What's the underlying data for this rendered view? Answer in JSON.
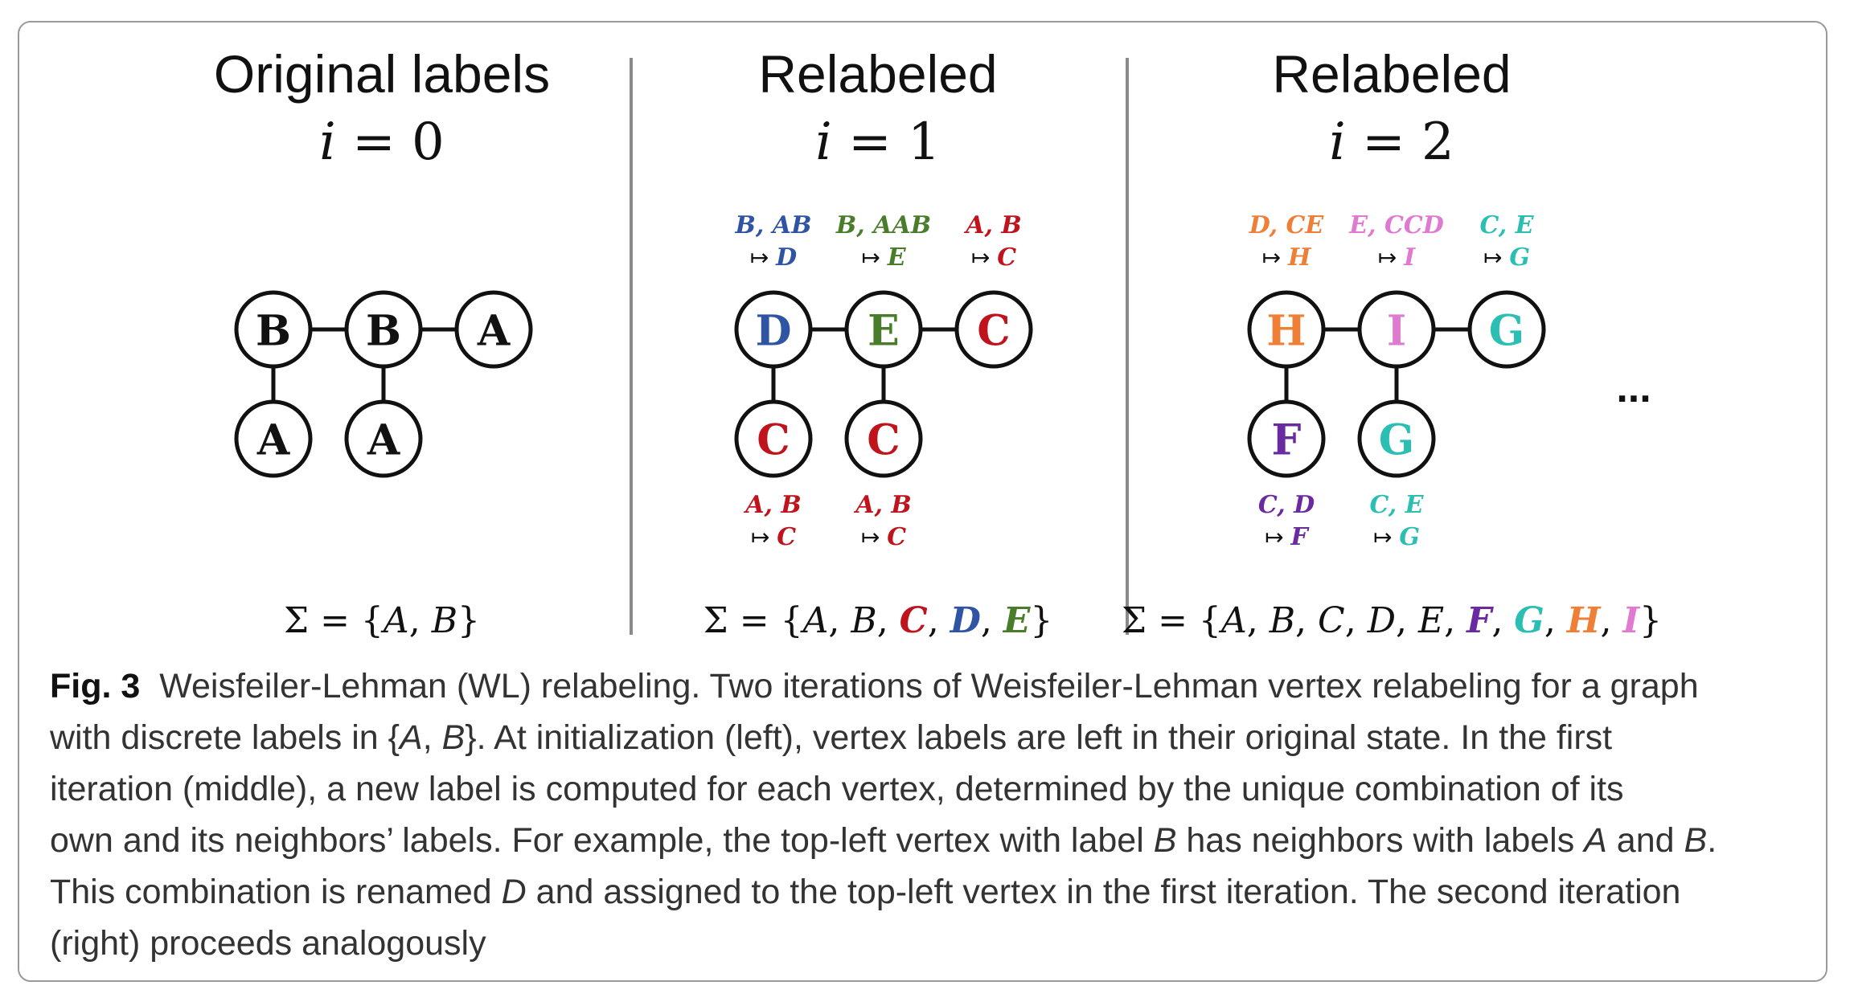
{
  "panels": [
    {
      "title": "Original labels",
      "iteration": "i = 0",
      "nodes": [
        {
          "id": "n1",
          "label": "B",
          "color": "#111111"
        },
        {
          "id": "n2",
          "label": "B",
          "color": "#111111"
        },
        {
          "id": "n3",
          "label": "A",
          "color": "#111111"
        },
        {
          "id": "n4",
          "label": "A",
          "color": "#111111"
        },
        {
          "id": "n5",
          "label": "A",
          "color": "#111111"
        }
      ],
      "annotations": [],
      "sigma": [
        {
          "t": "A",
          "color": "#111111",
          "bold": false
        },
        {
          "t": "B",
          "color": "#111111",
          "bold": false
        }
      ]
    },
    {
      "title": "Relabeled",
      "iteration": "i = 1",
      "nodes": [
        {
          "id": "n1",
          "label": "D",
          "color": "#2e54a3"
        },
        {
          "id": "n2",
          "label": "E",
          "color": "#4a7d2b"
        },
        {
          "id": "n3",
          "label": "C",
          "color": "#c0141c"
        },
        {
          "id": "n4",
          "label": "C",
          "color": "#c0141c"
        },
        {
          "id": "n5",
          "label": "C",
          "color": "#c0141c"
        }
      ],
      "annotations": [
        {
          "node": "n1",
          "multiset": "B, AB",
          "new": "D",
          "color": "#2e54a3"
        },
        {
          "node": "n2",
          "multiset": "B, AAB",
          "new": "E",
          "color": "#4a7d2b"
        },
        {
          "node": "n3",
          "multiset": "A, B",
          "new": "C",
          "color": "#c0141c"
        },
        {
          "node": "n4",
          "multiset": "A, B",
          "new": "C",
          "color": "#c0141c"
        },
        {
          "node": "n5",
          "multiset": "A, B",
          "new": "C",
          "color": "#c0141c"
        }
      ],
      "sigma": [
        {
          "t": "A",
          "color": "#111111",
          "bold": false
        },
        {
          "t": "B",
          "color": "#111111",
          "bold": false
        },
        {
          "t": "C",
          "color": "#c0141c",
          "bold": true
        },
        {
          "t": "D",
          "color": "#2e54a3",
          "bold": true
        },
        {
          "t": "E",
          "color": "#4a7d2b",
          "bold": true
        }
      ]
    },
    {
      "title": "Relabeled",
      "iteration": "i = 2",
      "nodes": [
        {
          "id": "n1",
          "label": "H",
          "color": "#ef7f36"
        },
        {
          "id": "n2",
          "label": "I",
          "color": "#e07ad0"
        },
        {
          "id": "n3",
          "label": "G",
          "color": "#2bbfb4"
        },
        {
          "id": "n4",
          "label": "F",
          "color": "#6a2aa0"
        },
        {
          "id": "n5",
          "label": "G",
          "color": "#2bbfb4"
        }
      ],
      "annotations": [
        {
          "node": "n1",
          "multiset": "D, CE",
          "new": "H",
          "color": "#ef7f36"
        },
        {
          "node": "n2",
          "multiset": "E, CCD",
          "new": "I",
          "color": "#e07ad0"
        },
        {
          "node": "n3",
          "multiset": "C, E",
          "new": "G",
          "color": "#2bbfb4"
        },
        {
          "node": "n4",
          "multiset": "C, D",
          "new": "F",
          "color": "#6a2aa0"
        },
        {
          "node": "n5",
          "multiset": "C, E",
          "new": "G",
          "color": "#2bbfb4"
        }
      ],
      "sigma": [
        {
          "t": "A",
          "color": "#111111",
          "bold": false
        },
        {
          "t": "B",
          "color": "#111111",
          "bold": false
        },
        {
          "t": "C",
          "color": "#111111",
          "bold": false
        },
        {
          "t": "D",
          "color": "#111111",
          "bold": false
        },
        {
          "t": "E",
          "color": "#111111",
          "bold": false
        },
        {
          "t": "F",
          "color": "#6a2aa0",
          "bold": true
        },
        {
          "t": "G",
          "color": "#2bbfb4",
          "bold": true
        },
        {
          "t": "H",
          "color": "#ef7f36",
          "bold": true
        },
        {
          "t": "I",
          "color": "#e07ad0",
          "bold": true
        }
      ]
    }
  ],
  "edges": [
    [
      "n1",
      "n2"
    ],
    [
      "n2",
      "n3"
    ],
    [
      "n1",
      "n4"
    ],
    [
      "n2",
      "n5"
    ]
  ],
  "ellipsis": "...",
  "arrow_symbol": "↦",
  "caption": {
    "label": "Fig. 3",
    "line1": "Weisfeiler-Lehman (WL) relabeling. Two iterations of Weisfeiler-Lehman vertex relabeling for a graph",
    "line2_a": "with discrete labels in {",
    "line2_A": "A",
    "line2_sep": ", ",
    "line2_B": "B",
    "line2_b": "}. At initialization (left), vertex labels are left in their original state. In the first",
    "line3": "iteration (middle), a new label is computed for each vertex, determined by the unique combination of its",
    "line4_a": "own and its neighbors’ labels. For example, the top-left vertex with label ",
    "line4_B": "B",
    "line4_b": " has neighbors with labels ",
    "line4_A2": "A",
    "line4_c": " and ",
    "line4_B2": "B",
    "line4_d": ".",
    "line5_a": "This combination is renamed ",
    "line5_D": "D",
    "line5_b": " and assigned to the top-left vertex in the first iteration. The second iteration",
    "line6": "(right) proceeds analogously"
  }
}
